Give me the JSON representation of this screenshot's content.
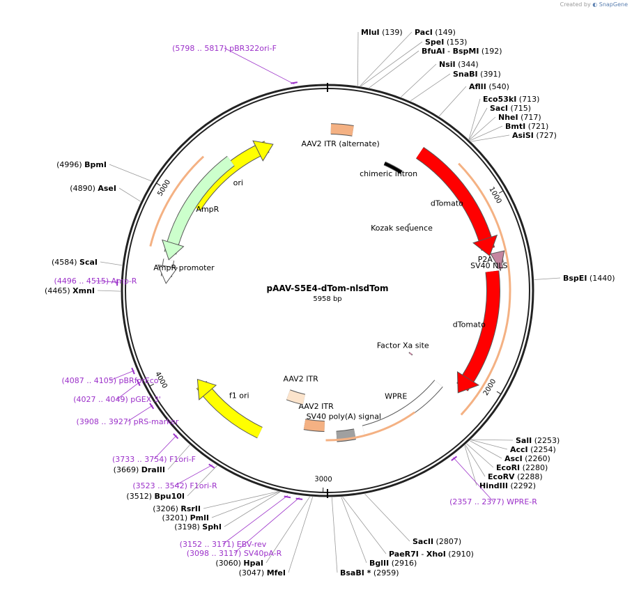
{
  "credit": {
    "prefix": "Created by",
    "brand": "SnapGene"
  },
  "plasmid": {
    "name": "pAAV-S5E4-dTom-nlsdTom",
    "size": "5958 bp",
    "length": 5958
  },
  "ticks": [
    {
      "pos": 1000,
      "label": "1000"
    },
    {
      "pos": 2000,
      "label": "2000"
    },
    {
      "pos": 3000,
      "label": "3000"
    },
    {
      "pos": 4000,
      "label": "4000"
    },
    {
      "pos": 5000,
      "label": "5000"
    }
  ],
  "features": [
    {
      "name": "ori",
      "start": 5000,
      "end": 5580,
      "color": "#ffff00",
      "label": "ori"
    },
    {
      "name": "aav2-itr-alternate",
      "start": 20,
      "end": 150,
      "color": "#f4b183",
      "label": "AAV2 ITR (alternate)"
    },
    {
      "name": "chimeric-intron",
      "start": 400,
      "end": 530,
      "color": "#000000",
      "label": "chimeric intron"
    },
    {
      "name": "kozak-sequence",
      "start": 838,
      "end": 850,
      "color": "#808080",
      "label": "Kozak sequence"
    },
    {
      "name": "dtomato-1",
      "start": 560,
      "end": 1250,
      "color": "#ff0000",
      "label": "dTomato"
    },
    {
      "name": "p2a",
      "start": 1300,
      "end": 1340,
      "color": "#c586a0",
      "label": "P2A"
    },
    {
      "name": "sv40-nls",
      "start": 1350,
      "end": 1370,
      "color": "#c586a0",
      "label": "SV40 NLS"
    },
    {
      "name": "dtomato-2",
      "start": 1380,
      "end": 2080,
      "color": "#ff0000",
      "label": "dTomato"
    },
    {
      "name": "factor-xa-site",
      "start": 2100,
      "end": 2112,
      "color": "#c586a0",
      "label": "Factor Xa site"
    },
    {
      "name": "wpre",
      "start": 2150,
      "end": 2740,
      "color": "#ffffff",
      "label": "WPRE"
    },
    {
      "name": "sv40-polya",
      "start": 2800,
      "end": 2920,
      "color": "#a0a0a0",
      "label": "SV40 poly(A) signal"
    },
    {
      "name": "aav2-itr",
      "start": 3000,
      "end": 3140,
      "color": "#f4b183",
      "label": "AAV2 ITR"
    },
    {
      "name": "aav2-itr-2",
      "start": 3180,
      "end": 3320,
      "color": "#fce4cc",
      "label": "AAV2 ITR"
    },
    {
      "name": "f1-ori",
      "start": 3400,
      "end": 3860,
      "color": "#ffff00",
      "label": "f1 ori"
    },
    {
      "name": "ampr-promoter",
      "start": 4550,
      "end": 4650,
      "color": "#ffffff",
      "label": "AmpR promoter"
    },
    {
      "name": "ampr",
      "start": 4690,
      "end": 5350,
      "color": "#ccffcc",
      "label": "AmpR"
    }
  ],
  "sites": [
    {
      "name": "MluI",
      "pos": "139",
      "at": 139
    },
    {
      "name": "PacI",
      "pos": "149",
      "at": 149
    },
    {
      "name": "SpeI",
      "pos": "153",
      "at": 153
    },
    {
      "name": "BfuAI",
      "name2": "BspMI",
      "pos": "192",
      "at": 192
    },
    {
      "name": "NsiI",
      "pos": "344",
      "at": 344
    },
    {
      "name": "SnaBI",
      "pos": "391",
      "at": 391
    },
    {
      "name": "AflII",
      "pos": "540",
      "at": 540
    },
    {
      "name": "Eco53kI",
      "pos": "713",
      "at": 713
    },
    {
      "name": "SacI",
      "pos": "715",
      "at": 715
    },
    {
      "name": "NheI",
      "pos": "717",
      "at": 717
    },
    {
      "name": "BmtI",
      "pos": "721",
      "at": 721
    },
    {
      "name": "AsiSI",
      "pos": "727",
      "at": 727
    },
    {
      "name": "BspEI",
      "pos": "1440",
      "at": 1440
    },
    {
      "name": "SalI",
      "pos": "2253",
      "at": 2253
    },
    {
      "name": "AccI",
      "pos": "2254",
      "at": 2254
    },
    {
      "name": "AscI",
      "pos": "2260",
      "at": 2260
    },
    {
      "name": "EcoRI",
      "pos": "2280",
      "at": 2280
    },
    {
      "name": "EcoRV",
      "pos": "2288",
      "at": 2288
    },
    {
      "name": "HindIII",
      "pos": "2292",
      "at": 2292
    },
    {
      "name": "SacII",
      "pos": "2807",
      "at": 2807
    },
    {
      "name": "PaeR7I",
      "name2": "XhoI",
      "pos": "2910",
      "at": 2910
    },
    {
      "name": "BglII",
      "pos": "2916",
      "at": 2916
    },
    {
      "name": "BsaBI *",
      "pos": "2959",
      "at": 2959
    },
    {
      "name": "MfeI",
      "pos": "3047",
      "at": 3047
    },
    {
      "name": "HpaI",
      "pos": "3060",
      "at": 3060
    },
    {
      "name": "SphI",
      "pos": "3198",
      "at": 3198
    },
    {
      "name": "PmlI",
      "pos": "3201",
      "at": 3201
    },
    {
      "name": "RsrII",
      "pos": "3206",
      "at": 3206
    },
    {
      "name": "Bpu10I",
      "pos": "3512",
      "at": 3512
    },
    {
      "name": "DraIII",
      "pos": "3669",
      "at": 3669
    },
    {
      "name": "XmnI",
      "pos": "4465",
      "at": 4465
    },
    {
      "name": "ScaI",
      "pos": "4584",
      "at": 4584
    },
    {
      "name": "AseI",
      "pos": "4890",
      "at": 4890
    },
    {
      "name": "BpmI",
      "pos": "4996",
      "at": 4996
    }
  ],
  "primers": [
    {
      "range": "(5798 .. 5817)",
      "name": "pBR322ori-F",
      "at": 5807
    },
    {
      "range": "(4496 .. 4515)",
      "name": "Amp-R",
      "at": 4505
    },
    {
      "range": "(4087 .. 4105)",
      "name": "pBRforEco",
      "at": 4096
    },
    {
      "range": "(4027 .. 4049)",
      "name": "pGEX 3'",
      "at": 4038
    },
    {
      "range": "(3908 .. 3927)",
      "name": "pRS-marker",
      "at": 3917
    },
    {
      "range": "(3733 .. 3754)",
      "name": "F1ori-F",
      "at": 3743
    },
    {
      "range": "(3523 .. 3542)",
      "name": "F1ori-R",
      "at": 3532
    },
    {
      "range": "(3152 .. 3171)",
      "name": "EBV-rev",
      "at": 3161
    },
    {
      "range": "(3098 .. 3117)",
      "name": "SV40pA-R",
      "at": 3107
    },
    {
      "range": "(2357 .. 2377)",
      "name": "WPRE-R",
      "at": 2367
    }
  ]
}
